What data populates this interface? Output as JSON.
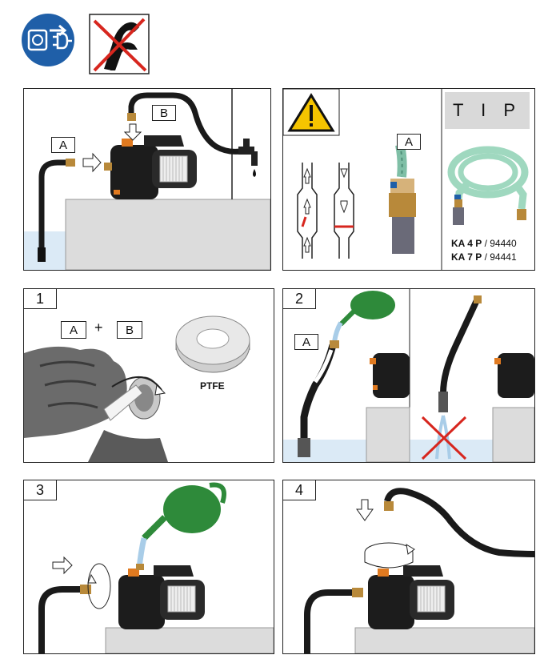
{
  "header": {
    "unplug_icon": "unplug-power-icon",
    "no_pliers_icon": "no-pliers-icon"
  },
  "panel_top_left": {
    "label_a": "A",
    "label_b": "B"
  },
  "panel_top_right": {
    "label_a": "A",
    "tip_title": "T I P",
    "models": [
      {
        "name": "KA 4 P",
        "number": "/ 94440"
      },
      {
        "name": "KA 7 P",
        "number": "/ 94441"
      }
    ]
  },
  "step1": {
    "number": "1",
    "label_a": "A",
    "plus": "+",
    "label_b": "B",
    "tape_label": "PTFE"
  },
  "step2": {
    "number": "2",
    "label_a": "A"
  },
  "step3": {
    "number": "3"
  },
  "step4": {
    "number": "4"
  },
  "colors": {
    "blue": "#1f5fa8",
    "red": "#d7261e",
    "green": "#2e8a3a",
    "water": "#a9cde8",
    "warning_yellow": "#f5c400",
    "wall": "#dcdcdc",
    "hose": "#1a1a1a",
    "brass": "#b8893a"
  }
}
